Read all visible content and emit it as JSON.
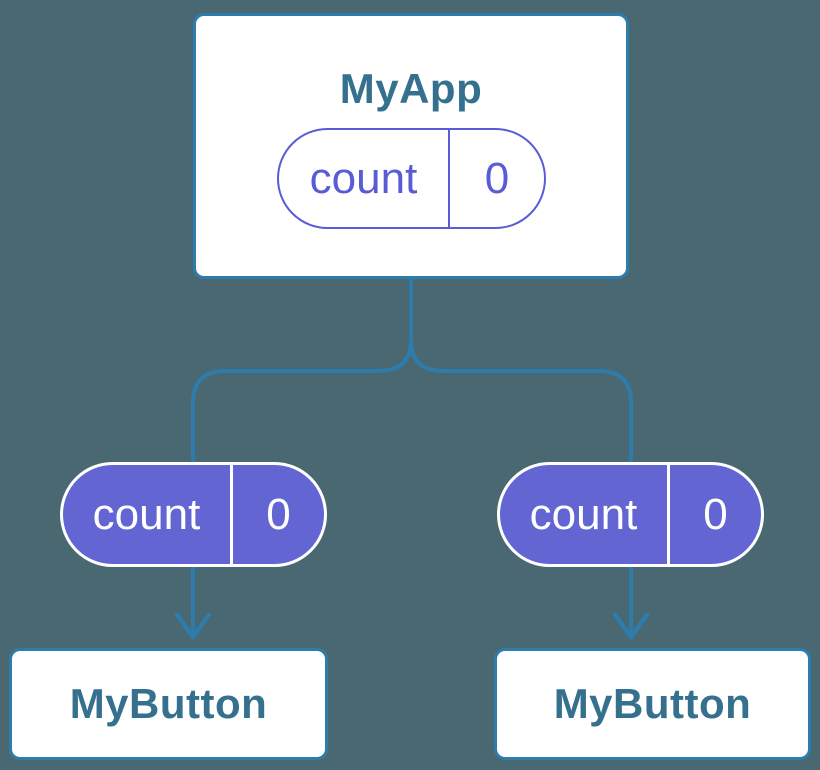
{
  "diagram": {
    "root": {
      "title": "MyApp",
      "state": {
        "label": "count",
        "value": "0"
      }
    },
    "children": [
      {
        "title": "MyButton",
        "prop": {
          "label": "count",
          "value": "0"
        }
      },
      {
        "title": "MyButton",
        "prop": {
          "label": "count",
          "value": "0"
        }
      }
    ],
    "colors": {
      "background": "#4a6872",
      "connector": "#2e7cac",
      "card_bg": "#ffffff",
      "card_border": "#2e7cac",
      "title_text": "#35708e",
      "pill_fill": "#6365d3",
      "pill_outline": "#5a5cd6",
      "pill_text_on_fill": "#ffffff"
    }
  }
}
